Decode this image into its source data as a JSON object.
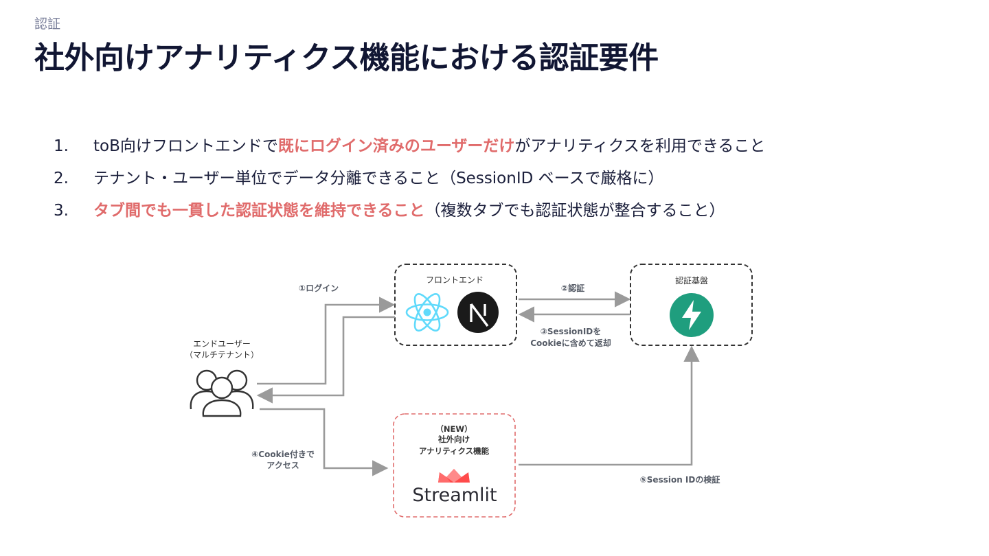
{
  "header": {
    "eyebrow": "認証",
    "title": "社外向けアナリティクス機能における認証要件"
  },
  "requirements": [
    {
      "num": "1.",
      "parts": [
        {
          "text": "toB向けフロントエンドで",
          "hl": false
        },
        {
          "text": "既にログイン済みのユーザーだけ",
          "hl": true
        },
        {
          "text": "がアナリティクスを利用できること",
          "hl": false
        }
      ]
    },
    {
      "num": "2.",
      "parts": [
        {
          "text": "テナント・ユーザー単位でデータ分離できること（SessionID ベースで厳格に）",
          "hl": false
        }
      ]
    },
    {
      "num": "3.",
      "parts": [
        {
          "text": "タブ間でも一貫した認証状態を維持できること",
          "hl": true
        },
        {
          "text": "（複数タブでも認証状態が整合すること）",
          "hl": false
        }
      ]
    }
  ],
  "diagram": {
    "frontend_label": "フロントエンド",
    "auth_label": "認証基盤",
    "user_label_1": "エンドユーザー",
    "user_label_2": "（マルチテナント）",
    "new_label_1": "（NEW）",
    "new_label_2": "社外向け",
    "new_label_3": "アナリティクス機能",
    "streamlit_text": "Streamlit",
    "step1": "①ログイン",
    "step2": "②認証",
    "step3_1": "③SessionIDを",
    "step3_2": "Cookieに含めて返却",
    "step4_1": "④Cookie付きで",
    "step4_2": "アクセス",
    "step5": "⑤Session IDの検証",
    "icons": {
      "frontend": [
        "react-icon",
        "nextjs-icon"
      ],
      "auth": "supabase-bolt-icon",
      "user": "users-group-icon",
      "new": "streamlit-crown-icon"
    },
    "colors": {
      "highlight": "#e06b6b",
      "react": "#61dafb",
      "supabase": "#1f9e7e",
      "streamlit_red": "#ff4b4b",
      "arrow": "#9a9a9a"
    }
  }
}
